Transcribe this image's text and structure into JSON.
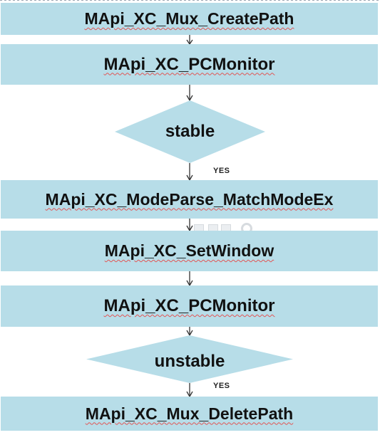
{
  "flowchart": {
    "nodes": [
      {
        "id": "n1",
        "type": "process",
        "label": "MApi_XC_Mux_CreatePath"
      },
      {
        "id": "n2",
        "type": "process",
        "label": "MApi_XC_PCMonitor"
      },
      {
        "id": "d1",
        "type": "decision",
        "label": "stable"
      },
      {
        "id": "n3",
        "type": "process",
        "label": "MApi_XC_ModeParse_MatchModeEx"
      },
      {
        "id": "n4",
        "type": "process",
        "label": "MApi_XC_SetWindow"
      },
      {
        "id": "n5",
        "type": "process",
        "label": "MApi_XC_PCMonitor"
      },
      {
        "id": "d2",
        "type": "decision",
        "label": "unstable"
      },
      {
        "id": "n6",
        "type": "process",
        "label": "MApi_XC_Mux_DeletePath"
      }
    ],
    "edges": [
      {
        "from": "n1",
        "to": "n2",
        "label": ""
      },
      {
        "from": "n2",
        "to": "d1",
        "label": ""
      },
      {
        "from": "d1",
        "to": "n3",
        "label": "YES"
      },
      {
        "from": "n3",
        "to": "n4",
        "label": ""
      },
      {
        "from": "n4",
        "to": "n5",
        "label": ""
      },
      {
        "from": "n5",
        "to": "d2",
        "label": ""
      },
      {
        "from": "d2",
        "to": "n6",
        "label": "YES"
      }
    ]
  },
  "colors": {
    "node_fill": "#b7dde8",
    "text": "#111111",
    "arrow": "#333333",
    "spellcheck_underline": "#e25555"
  }
}
